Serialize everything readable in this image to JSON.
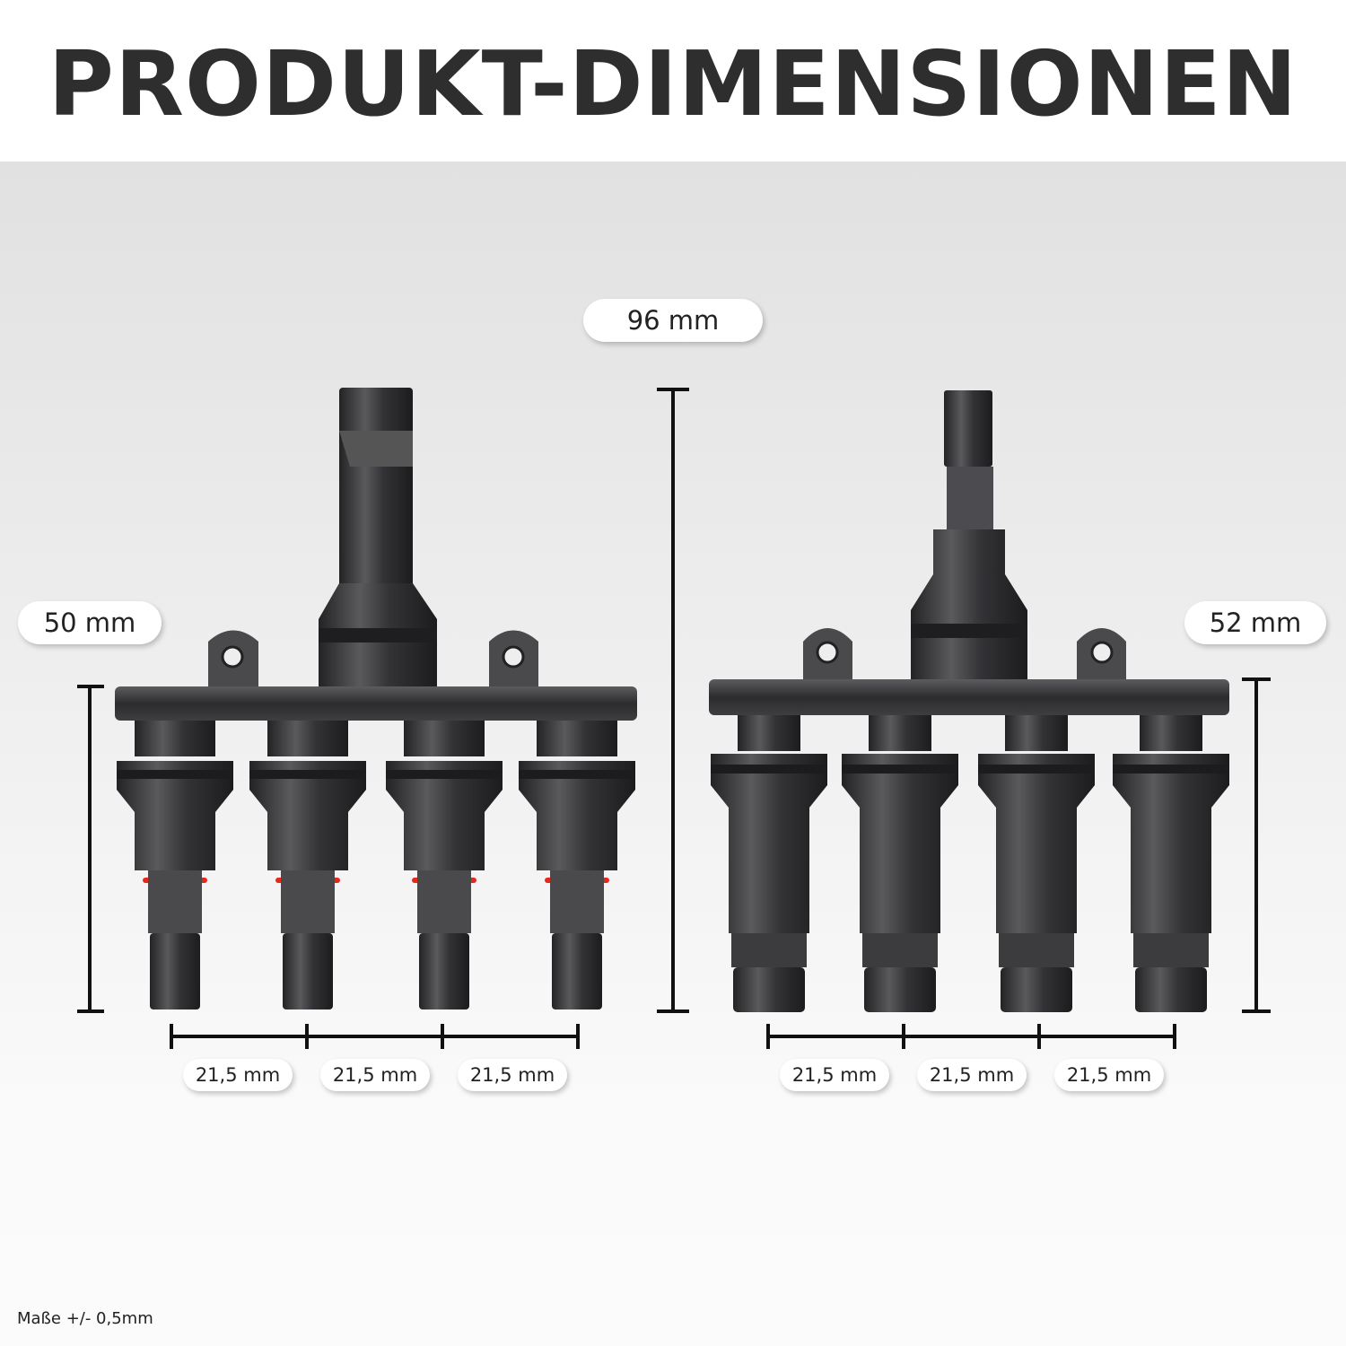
{
  "title": "PRODUKT-DIMENSIONEN",
  "dimensions": {
    "total_height": "96 mm",
    "left_height": "50 mm",
    "right_height": "52 mm",
    "left_spacing": [
      "21,5 mm",
      "21,5 mm",
      "21,5 mm"
    ],
    "right_spacing": [
      "21,5 mm",
      "21,5 mm",
      "21,5 mm"
    ]
  },
  "footnote": "Maße +/- 0,5mm",
  "colors": {
    "connector": "#3a3a3c",
    "seal": "#e8271c",
    "text": "#2e2e2e"
  }
}
